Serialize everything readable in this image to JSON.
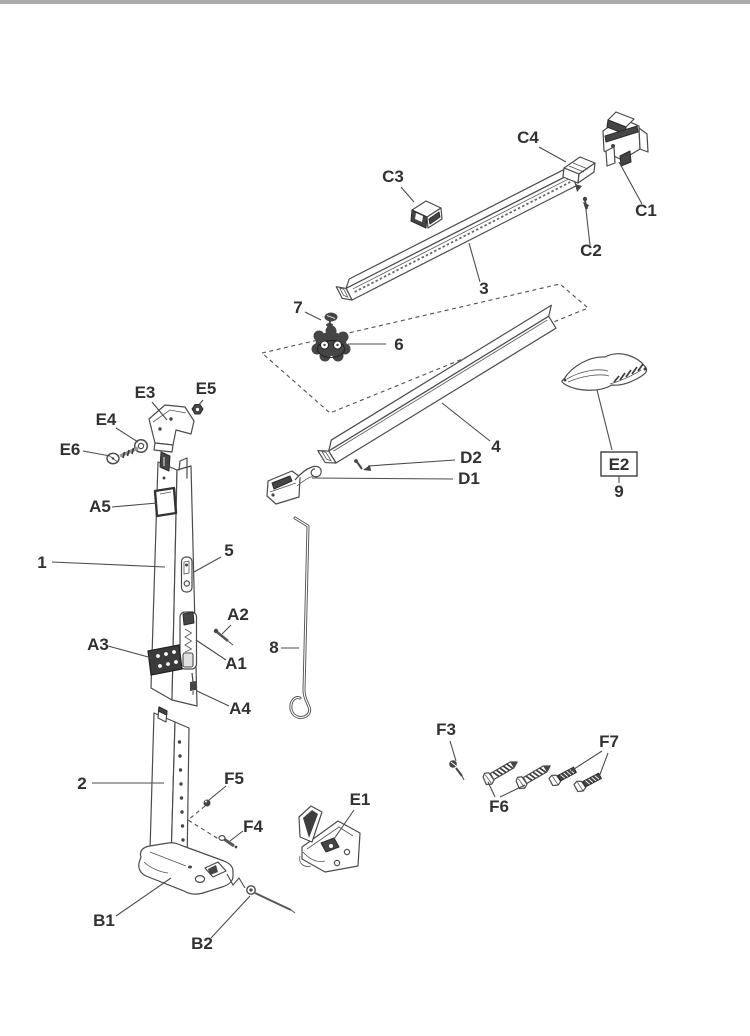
{
  "page": {
    "background_color": "#ffffff",
    "top_edge_color": "#ababab",
    "ink_color": "#4b4b4b",
    "shading_color": "#454545"
  },
  "diagram": {
    "callout_labels": {
      "n1": "1",
      "n2": "2",
      "n3": "3",
      "n4": "4",
      "n5": "5",
      "n6": "6",
      "n7": "7",
      "n8": "8",
      "n9": "9",
      "a1": "A1",
      "a2": "A2",
      "a3": "A3",
      "a4": "A4",
      "a5": "A5",
      "b1": "B1",
      "b2": "B2",
      "c1": "C1",
      "c2": "C2",
      "c3": "C3",
      "c4": "C4",
      "d1": "D1",
      "d2": "D2",
      "e1": "E1",
      "e2": "E2",
      "e3": "E3",
      "e4": "E4",
      "e5": "E5",
      "e6": "E6",
      "f3": "F3",
      "f4": "F4",
      "f5": "F5",
      "f6": "F6",
      "f7": "F7"
    }
  }
}
